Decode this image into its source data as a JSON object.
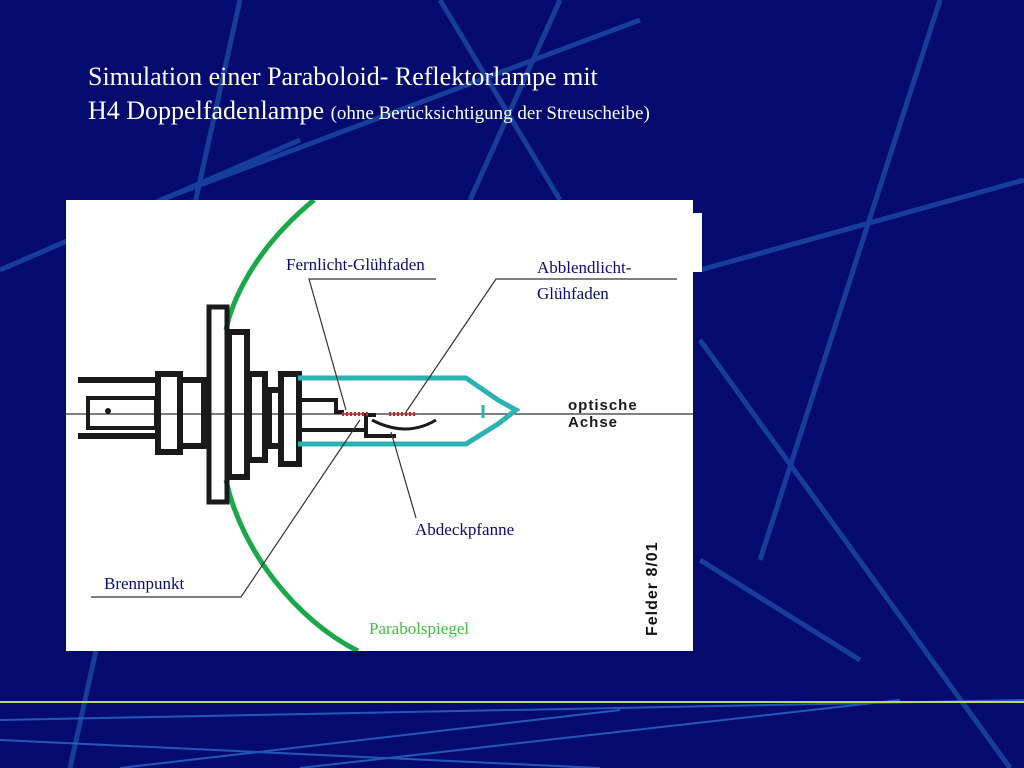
{
  "slide": {
    "title_line1": "Simulation einer Paraboloid- Reflektorlampe mit",
    "title_line2": "H4 Doppelfadenlampe",
    "title_note": "(ohne Berücksichtigung der Streuscheibe)"
  },
  "diagram": {
    "labels": {
      "fernlicht": "Fernlicht-Glühfaden",
      "abblendlicht_1": "Abblendlicht-",
      "abblendlicht_2": "Glühfaden",
      "optische_1": "optische",
      "optische_2": "Achse",
      "abdeckpfanne": "Abdeckpfanne",
      "brennpunkt": "Brennpunkt",
      "parabolspiegel": "Parabolspiegel",
      "signature": "Felder 8/01"
    },
    "colors": {
      "mirror": "#1aa84a",
      "bulb_glass": "#2bb3b3",
      "filament": "#d42020",
      "label_text": "#0a0a78",
      "mirror_label": "#3fbf3f"
    }
  }
}
